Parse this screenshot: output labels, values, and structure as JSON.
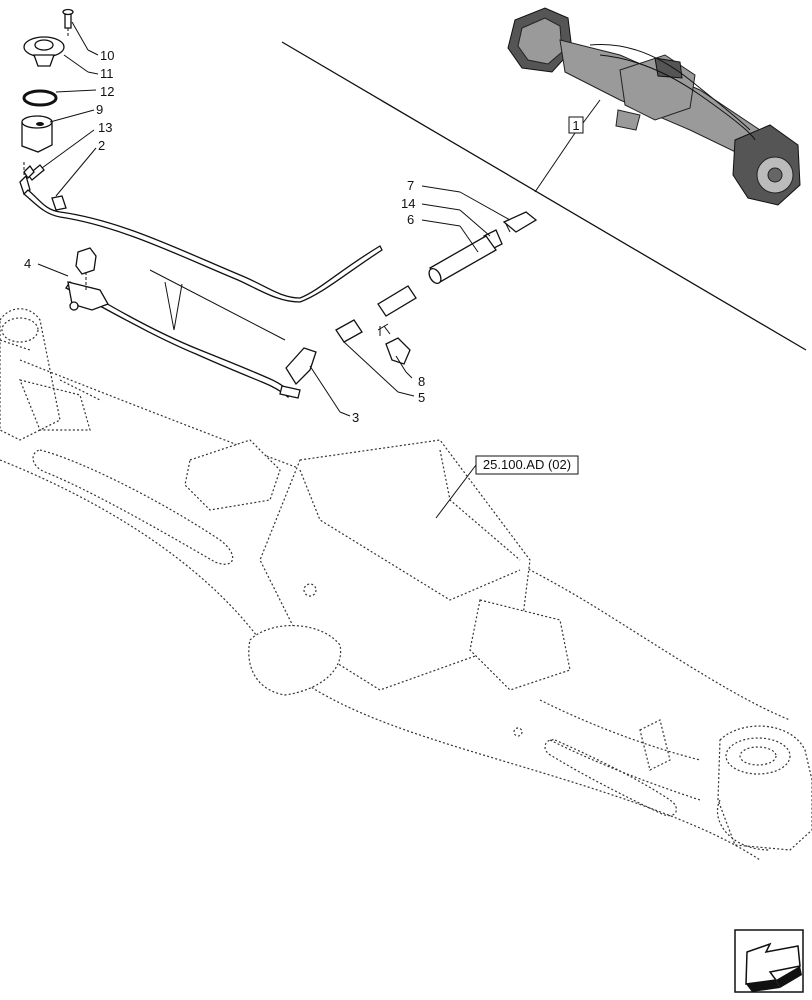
{
  "callouts": [
    {
      "id": "c10",
      "text": "10"
    },
    {
      "id": "c11",
      "text": "11"
    },
    {
      "id": "c12",
      "text": "12"
    },
    {
      "id": "c9",
      "text": "9"
    },
    {
      "id": "c13",
      "text": "13"
    },
    {
      "id": "c2",
      "text": "2"
    },
    {
      "id": "c4",
      "text": "4"
    },
    {
      "id": "c7",
      "text": "7"
    },
    {
      "id": "c14",
      "text": "14"
    },
    {
      "id": "c6",
      "text": "6"
    },
    {
      "id": "c8",
      "text": "8"
    },
    {
      "id": "c5",
      "text": "5"
    },
    {
      "id": "c3",
      "text": "3"
    }
  ],
  "assembly_box": {
    "text": "1"
  },
  "reference_box": {
    "text": "25.100.AD (02)"
  },
  "icons": {
    "nav": "previous-page-arrow-icon",
    "thumbnail": "axle-assembly-thumbnail-icon"
  },
  "colors": {
    "line": "#111111",
    "ghost": "#333333",
    "thumbnail_fill": "#9a9a9a"
  }
}
